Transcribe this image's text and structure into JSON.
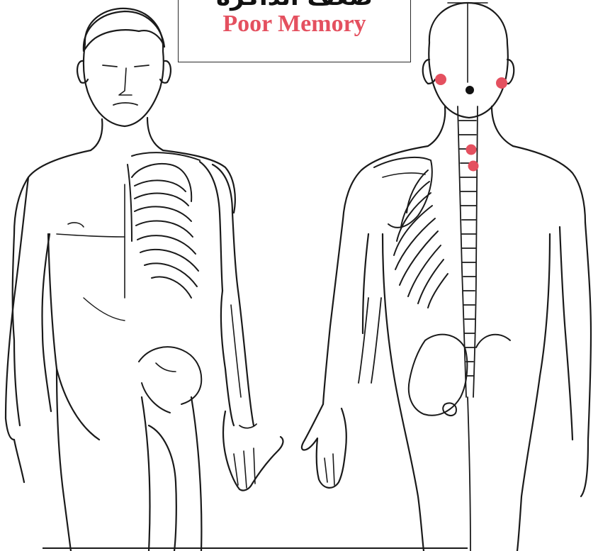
{
  "title": {
    "arabic": "ضعف الذاكرة",
    "english": "Poor Memory"
  },
  "colors": {
    "accent": "#e4505f",
    "line": "#1a1a1a",
    "background": "#ffffff"
  },
  "figures": [
    {
      "view": "front"
    },
    {
      "view": "back"
    }
  ]
}
